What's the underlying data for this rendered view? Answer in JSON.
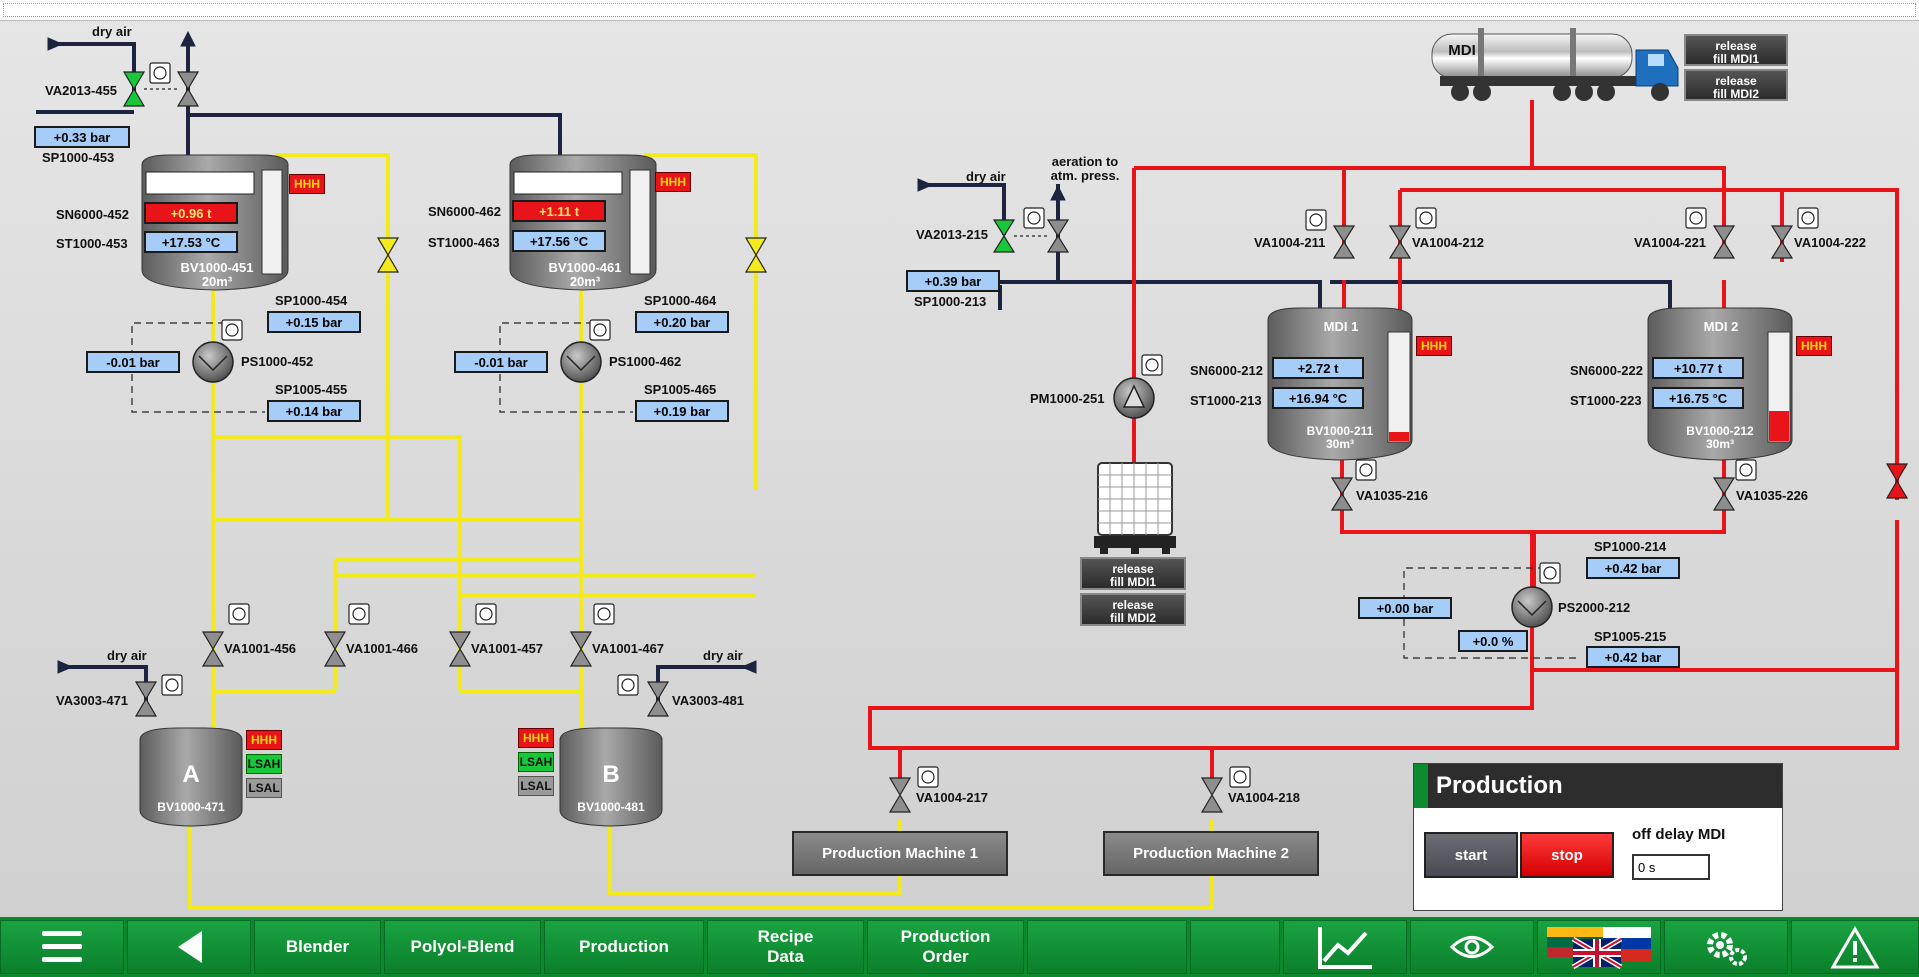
{
  "tank_a_area": {
    "air_in_label": "dry air",
    "vent_valve": "VA2013-455",
    "pressure": "+0.33 bar",
    "pressure_tag": "SP1000-453",
    "tank": {
      "tag": "BV1000-451",
      "size": "20m³",
      "weight_tag": "SN6000-452",
      "weight": "+0.96 t",
      "temp_tag": "ST1000-453",
      "temp": "+17.53 °C",
      "alarm": "HHH"
    },
    "pump": {
      "tag": "PS1000-452",
      "inlet": "-0.01 bar",
      "p_out_tag": "SP1000-454",
      "p_out": "+0.15 bar",
      "p_diff_tag": "SP1005-455",
      "p_diff": "+0.14 bar"
    }
  },
  "tank_b_area": {
    "tank": {
      "tag": "BV1000-461",
      "size": "20m³",
      "weight_tag": "SN6000-462",
      "weight": "+1.11 t",
      "temp_tag": "ST1000-463",
      "temp": "+17.56 °C",
      "alarm": "HHH"
    },
    "pump": {
      "tag": "PS1000-462",
      "inlet": "-0.01 bar",
      "p_out_tag": "SP1000-464",
      "p_out": "+0.20 bar",
      "p_diff_tag": "SP1005-465",
      "p_diff": "+0.19 bar"
    }
  },
  "lower_valves": [
    "VA1001-456",
    "VA1001-466",
    "VA1001-457",
    "VA1001-467"
  ],
  "small_tanks": [
    {
      "letter": "A",
      "tag": "BV1000-471",
      "air_label": "dry air",
      "air_valve": "VA3003-471",
      "alarms": [
        "HHH",
        "LSAH",
        "LSAL"
      ]
    },
    {
      "letter": "B",
      "tag": "BV1000-481",
      "air_label": "dry air",
      "air_valve": "VA3003-481",
      "alarms": [
        "HHH",
        "LSAH",
        "LSAL"
      ]
    }
  ],
  "mdi_area": {
    "air_label": "dry air",
    "aeration_label": "aeration to\natm. press.",
    "vent_valve": "VA2013-215",
    "pressure": "+0.39 bar",
    "pressure_tag": "SP1000-213",
    "truck_label": "MDI",
    "truck_buttons": [
      "release\nfill MDI1",
      "release\nfill MDI2"
    ],
    "ibc_buttons": [
      "release\nfill MDI1",
      "release\nfill MDI2"
    ],
    "pump_tag": "PM1000-251",
    "fill_valves": [
      "VA1004-211",
      "VA1004-212",
      "VA1004-221",
      "VA1004-222"
    ],
    "tanks": [
      {
        "name": "MDI 1",
        "tag": "BV1000-211",
        "size": "30m³",
        "weight_tag": "SN6000-212",
        "weight": "+2.72 t",
        "temp_tag": "ST1000-213",
        "temp": "+16.94 °C",
        "alarm": "HHH",
        "level": 0.08,
        "out_valve": "VA1035-216"
      },
      {
        "name": "MDI 2",
        "tag": "BV1000-212",
        "size": "30m³",
        "weight_tag": "SN6000-222",
        "weight": "+10.77 t",
        "temp_tag": "ST1000-223",
        "temp": "+16.75 °C",
        "alarm": "HHH",
        "level": 0.28,
        "out_valve": "VA1035-226"
      }
    ],
    "pump2": {
      "tag": "PS2000-212",
      "inlet": "+0.00 bar",
      "p_out_tag": "SP1000-214",
      "p_out": "+0.42 bar",
      "p_diff_tag": "SP1005-215",
      "p_diff": "+0.42 bar",
      "speed": "+0.0 %"
    },
    "machine_valves": [
      "VA1004-217",
      "VA1004-218"
    ],
    "machines": [
      "Production Machine 1",
      "Production Machine 2"
    ]
  },
  "production_panel": {
    "title": "Production",
    "start": "start",
    "stop": "stop",
    "delay_label": "off delay MDI",
    "delay_value": "0 s"
  },
  "nav": {
    "items": [
      "Blender",
      "Polyol-Blend",
      "Production",
      "Recipe\nData",
      "Production\nOrder"
    ]
  },
  "colors": {
    "polyol_line": "#f2ea1c",
    "mdi_line": "#e8141a",
    "air_line": "#1c2440",
    "nav_green": "#0b8a2c"
  }
}
